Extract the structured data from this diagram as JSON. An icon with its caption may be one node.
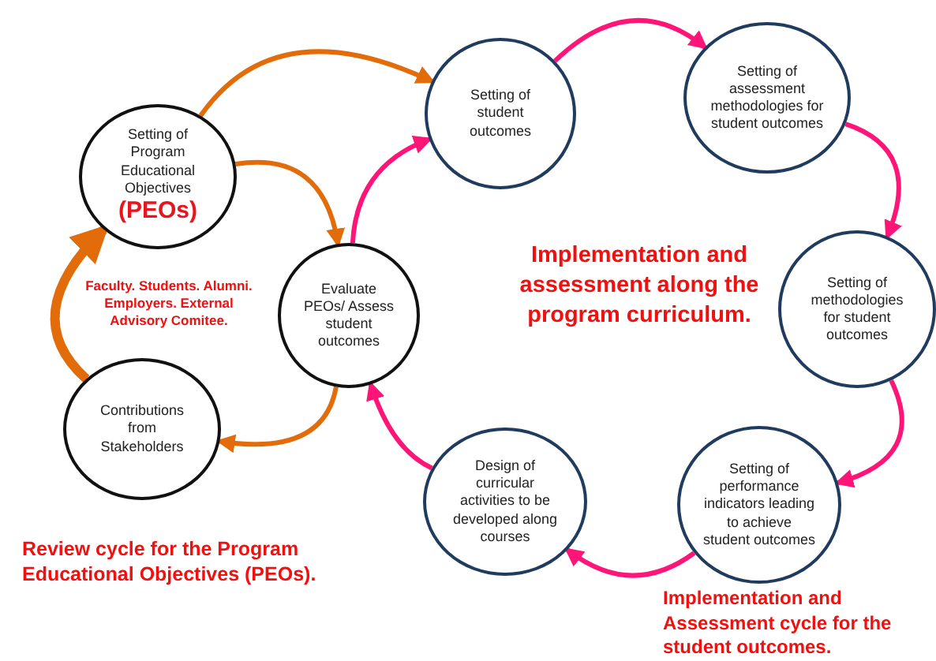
{
  "diagram": {
    "nodes": [
      {
        "text": [
          "Setting of Program Educational Objectives",
          "(PEOs)"
        ]
      },
      {
        "text": [
          "Evaluate PEOs/ Assess student outcomes"
        ]
      },
      {
        "text": [
          "Contributions from Stakeholders"
        ]
      },
      {
        "text": [
          "Setting of student outcomes"
        ]
      },
      {
        "text": [
          "Setting of assessment methodologies for student outcomes"
        ]
      },
      {
        "text": [
          "Setting of methodologies for student outcomes"
        ]
      },
      {
        "text": [
          "Setting of performance indicators leading to achieve student outcomes"
        ]
      },
      {
        "text": [
          "Design of curricular activities to be developed along courses"
        ]
      }
    ],
    "edges": [
      {
        "from": 0,
        "to": 1,
        "arrow": "to",
        "color": "#e36c0a"
      },
      {
        "from": 1,
        "to": 2,
        "arrow": "to",
        "color": "#e36c0a"
      },
      {
        "from": 2,
        "to": 0,
        "arrow": "to",
        "color": "#e36c0a",
        "style": "thick"
      },
      {
        "from": 0,
        "to": 3,
        "arrow": "to",
        "color": "#e36c0a"
      },
      {
        "from": 1,
        "to": 3,
        "arrow": "to"
      },
      {
        "from": 3,
        "to": 4,
        "arrow": "to"
      },
      {
        "from": 4,
        "to": 5,
        "arrow": "to"
      },
      {
        "from": 5,
        "to": 6,
        "arrow": "to"
      },
      {
        "from": 6,
        "to": 7,
        "arrow": "to"
      },
      {
        "from": 7,
        "to": 1,
        "arrow": "to"
      }
    ],
    "labels": [
      "Faculty. Students. Alumni. Employers. External Advisory Comitee.",
      "Implementation and assessment along the program curriculum.",
      "Review cycle for the Program Educational Objectives (PEOs).",
      "Implementation and Assessment cycle for the student outcomes."
    ]
  }
}
